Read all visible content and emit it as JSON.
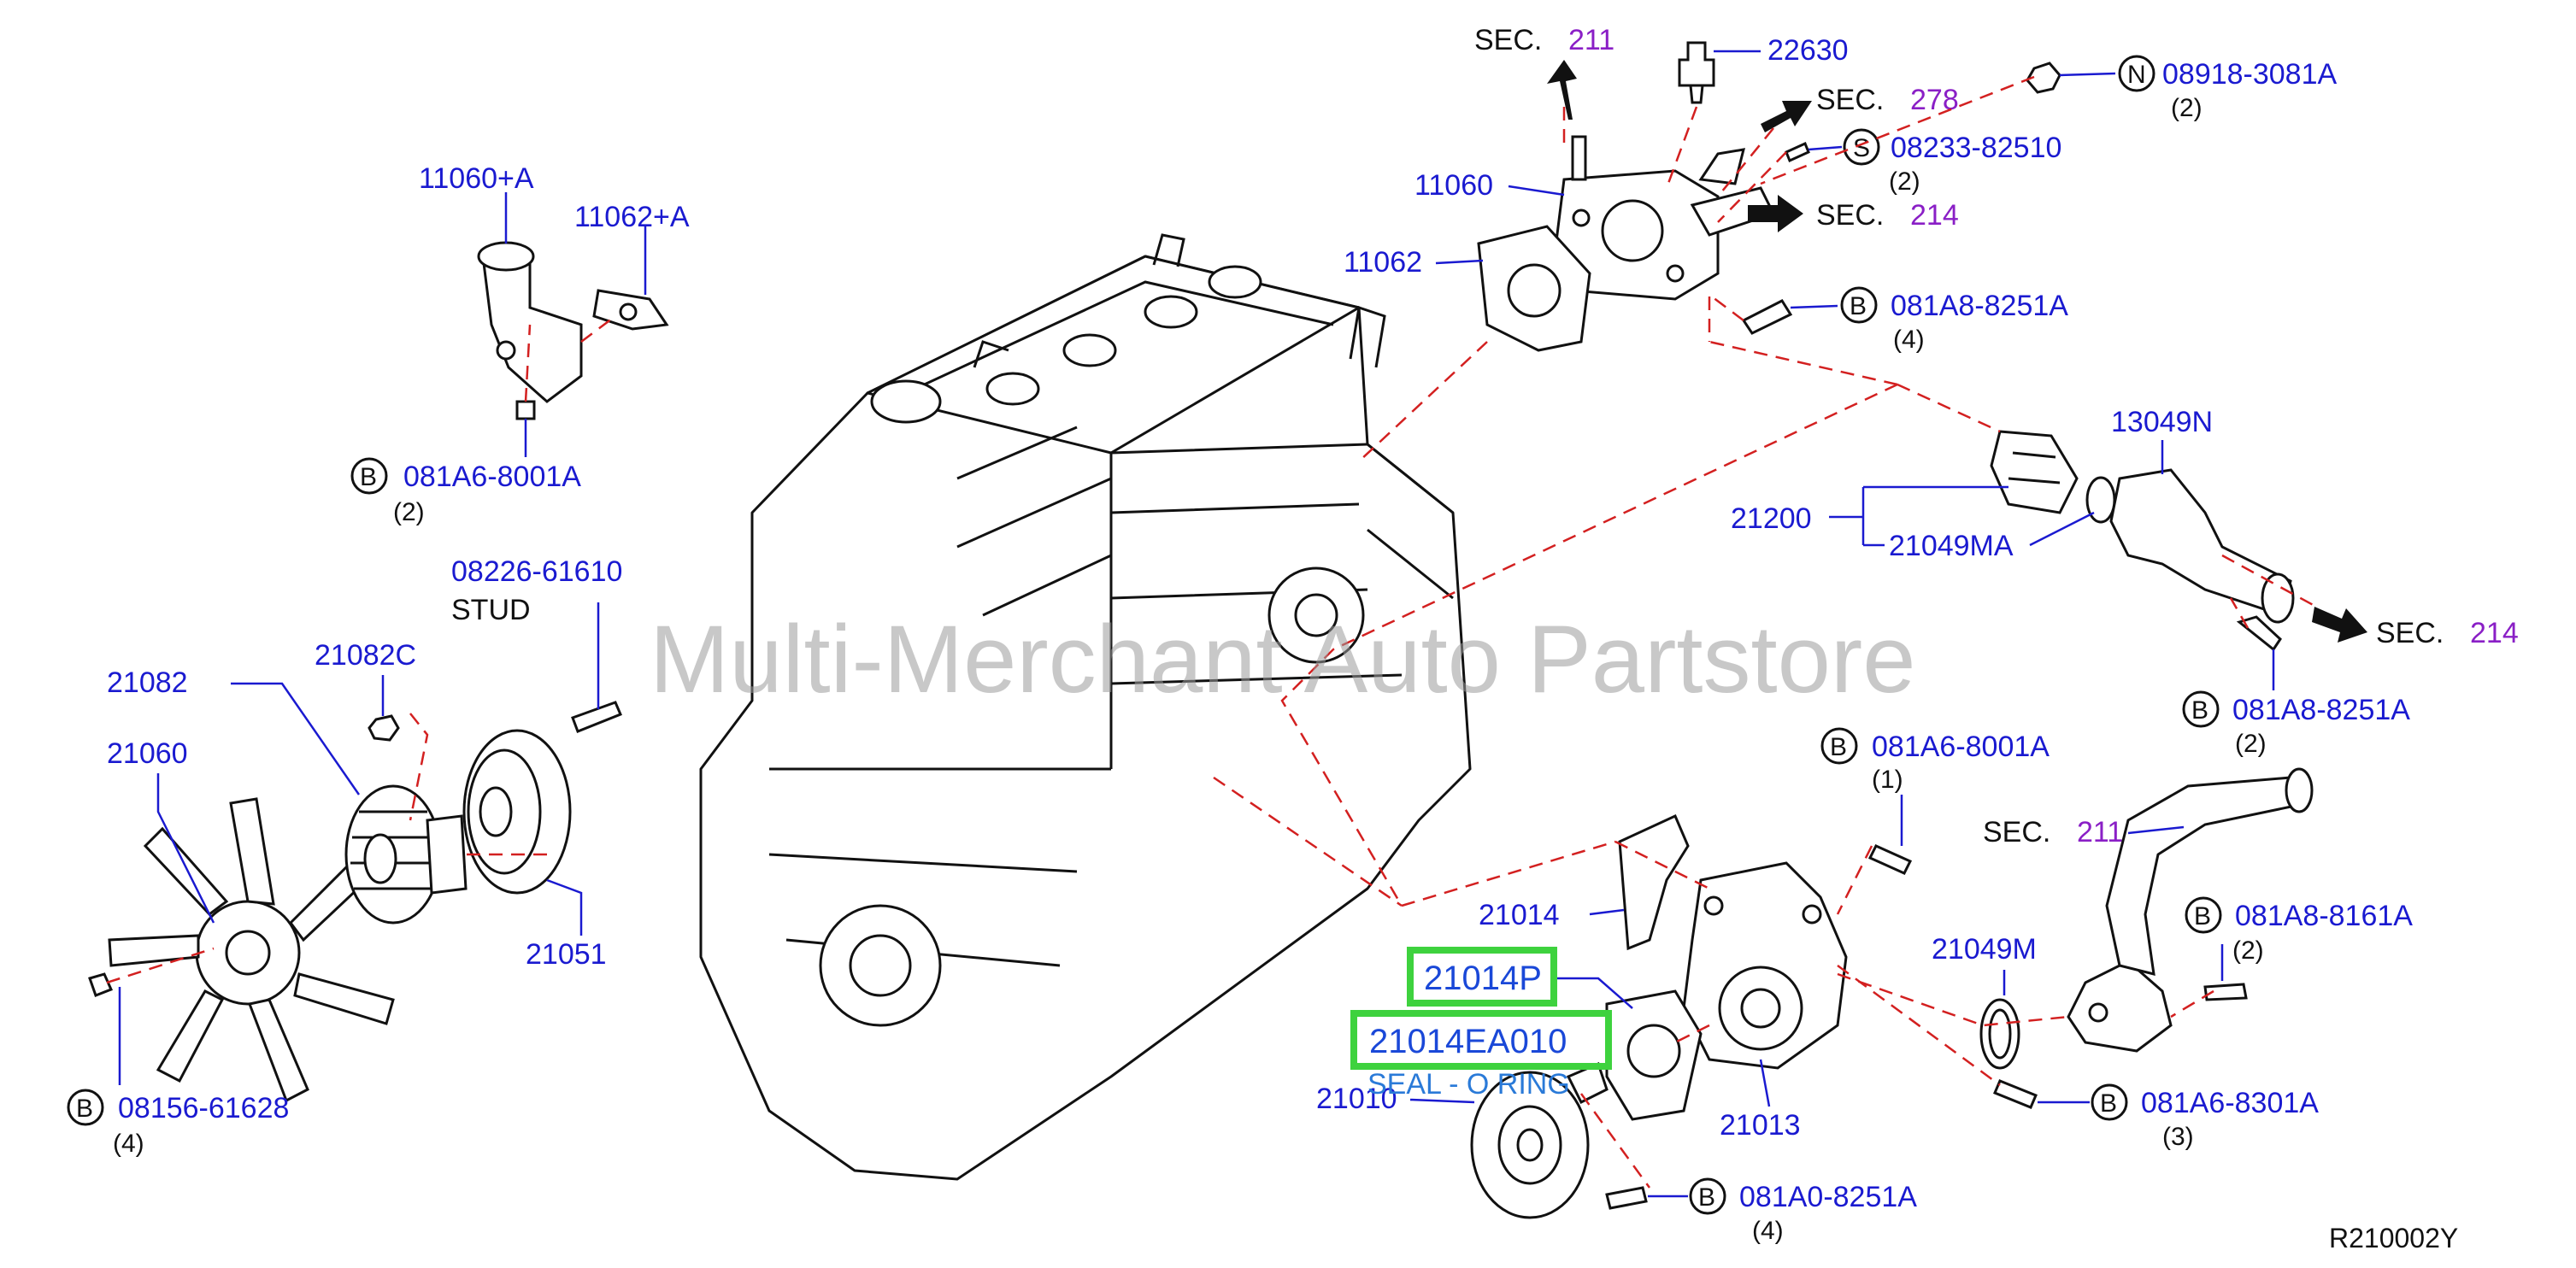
{
  "watermark": "Multi-Merchant Auto Partstore",
  "diagram_ref": "R210002Y",
  "sec_word": "SEC.",
  "sections": {
    "s211_top": "211",
    "s278": "278",
    "s214_a": "214",
    "s214_b": "214",
    "s211_right": "211"
  },
  "parts": {
    "p11060A": "11060+A",
    "p11062A": "11062+A",
    "p11060": "11060",
    "p11062": "11062",
    "p22630": "22630",
    "p21082": "21082",
    "p21082C": "21082C",
    "p21060": "21060",
    "p21051": "21051",
    "p08226": "08226-61610",
    "stud": "STUD",
    "p13049N": "13049N",
    "p21200": "21200",
    "p21049MA": "21049MA",
    "p21014": "21014",
    "p21049M": "21049M",
    "p21010": "21010",
    "p21013": "21013",
    "p21014P": "21014P",
    "p21014EA010": "21014EA010",
    "seal_oring": "SEAL - O RING"
  },
  "fasteners": [
    {
      "id": "f1",
      "letter": "N",
      "code": "08918-3081A",
      "qty": "(2)"
    },
    {
      "id": "f2",
      "letter": "S",
      "code": "08233-82510",
      "qty": "(2)"
    },
    {
      "id": "f3",
      "letter": "B",
      "code": "081A8-8251A",
      "qty": "(4)"
    },
    {
      "id": "f4",
      "letter": "B",
      "code": "081A6-8001A",
      "qty": "(2)"
    },
    {
      "id": "f5",
      "letter": "B",
      "code": "081A8-8251A",
      "qty": "(2)"
    },
    {
      "id": "f6",
      "letter": "B",
      "code": "081A6-8001A",
      "qty": "(1)"
    },
    {
      "id": "f7",
      "letter": "B",
      "code": "081A8-8161A",
      "qty": "(2)"
    },
    {
      "id": "f8",
      "letter": "B",
      "code": "081A6-8301A",
      "qty": "(3)"
    },
    {
      "id": "f9",
      "letter": "B",
      "code": "081A0-8251A",
      "qty": "(4)"
    },
    {
      "id": "f10",
      "letter": "B",
      "code": "08156-61628",
      "qty": "(4)"
    }
  ],
  "colors": {
    "part_number": "#1a1ad0",
    "section_number": "#8a1fc6",
    "highlight_box": "#3ed23e",
    "leader_dash": "#d32020"
  }
}
